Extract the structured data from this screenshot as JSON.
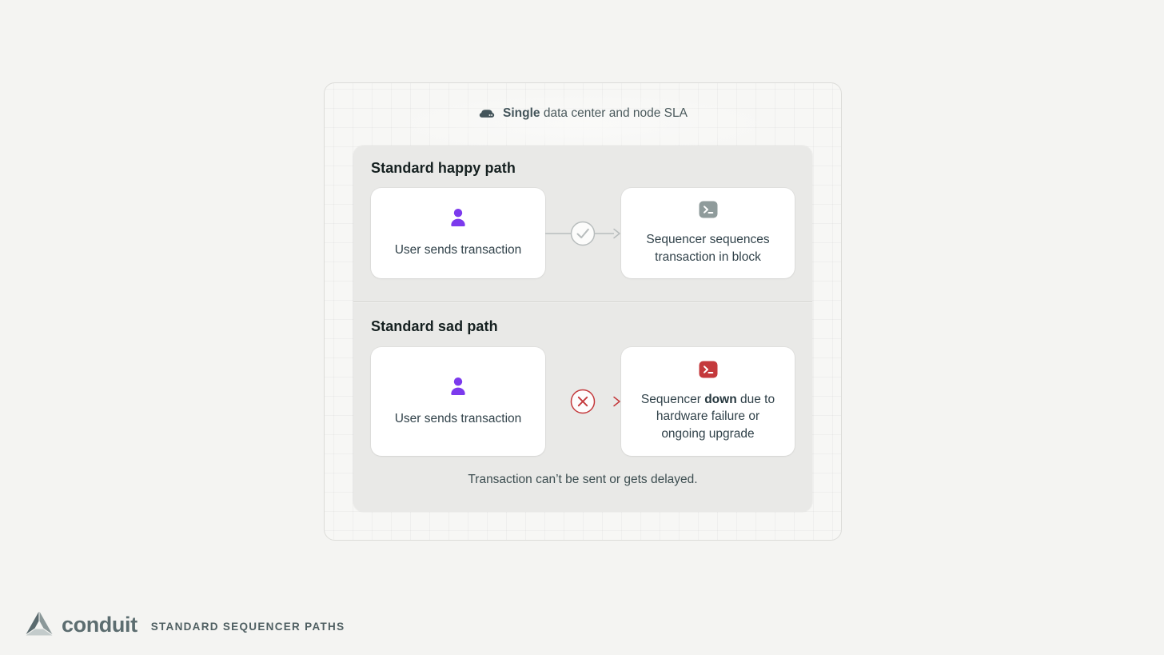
{
  "header": {
    "icon": "hard-drive-icon",
    "title_bold": "Single",
    "title_rest": " data center and node SLA"
  },
  "happy": {
    "title": "Standard happy path",
    "source_icon": "user-icon",
    "source_label": "User sends transaction",
    "connector_icon": "check-circle-icon",
    "target_icon": "terminal-icon",
    "target_label": "Sequencer sequences transaction in block"
  },
  "sad": {
    "title": "Standard sad path",
    "source_icon": "user-icon",
    "source_label": "User sends transaction",
    "connector_icon": "x-circle-icon",
    "target_icon": "terminal-icon",
    "target_pre": "Sequencer ",
    "target_bold": "down",
    "target_post": " due to hardware failure or ongoing upgrade",
    "caption": "Transaction can’t be sent or gets delayed."
  },
  "footer": {
    "logo_icon": "conduit-logo-icon",
    "brand": "conduit",
    "tagline": "STANDARD SEQUENCER PATHS"
  },
  "colors": {
    "page_bg": "#f4f4f2",
    "panel_bg": "#e9e9e7",
    "accent_purple": "#7c3aed",
    "status_red": "#c4393c",
    "neutral_gray": "#b8bdbd",
    "terminal_gray": "#8f9b9b",
    "slate_text": "#31424a",
    "brand_slate": "#5c6d70"
  }
}
